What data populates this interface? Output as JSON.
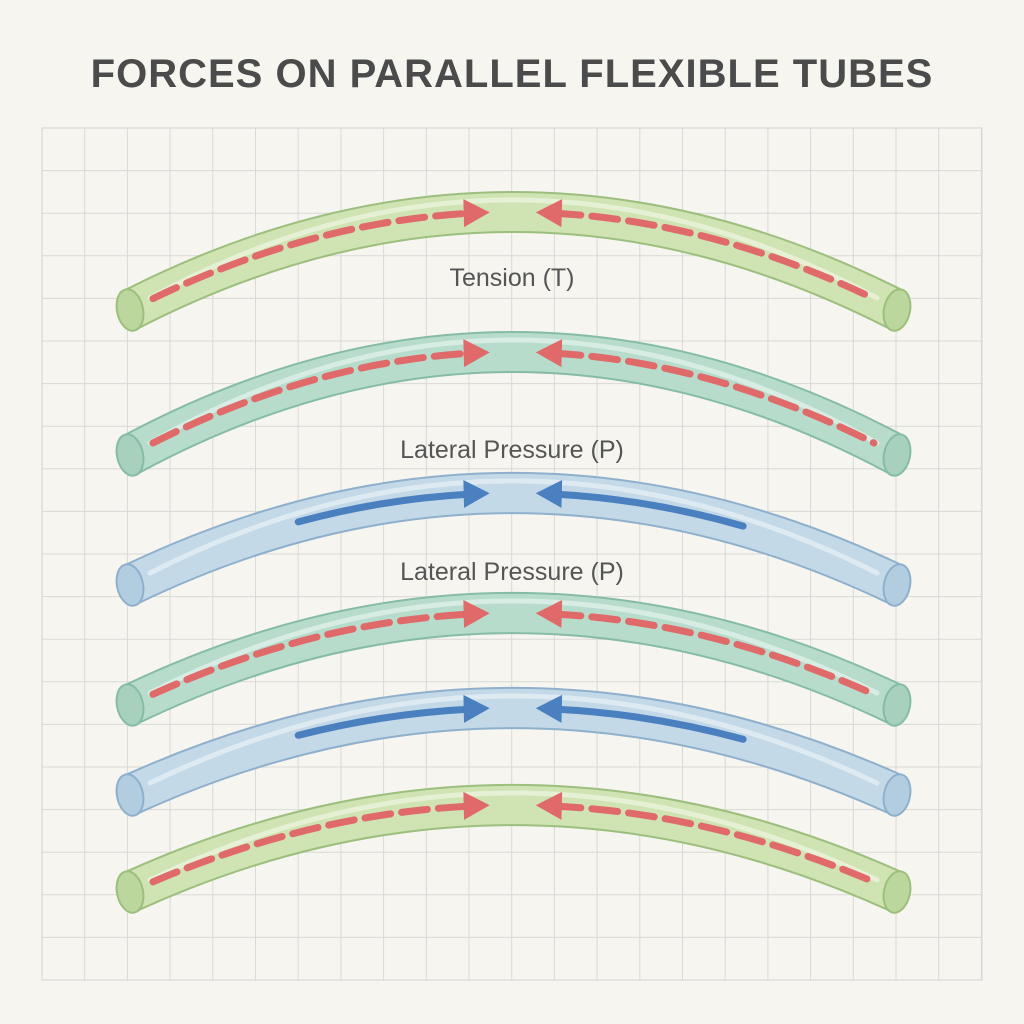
{
  "title": "FORCES ON PARALLEL FLEXIBLE TUBES",
  "labels": {
    "tension": "Tension (T)",
    "lateral_pressure_1": "Lateral Pressure (P)",
    "lateral_pressure_2": "Lateral Pressure (P)"
  },
  "colors": {
    "background": "#f6f5ef",
    "grid": "#d9d9d6",
    "green_tube": "#cfe3b3",
    "teal_tube": "#b7dccb",
    "blue_tube": "#c3d9e7",
    "tension_arrow": "#e06a6a",
    "pressure_arrow": "#4a7fc0"
  },
  "tubes": [
    {
      "name": "tube-1",
      "color": "green",
      "force": "tension"
    },
    {
      "name": "tube-2",
      "color": "teal",
      "force": "tension"
    },
    {
      "name": "tube-3",
      "color": "blue",
      "force": "pressure"
    },
    {
      "name": "tube-4",
      "color": "teal",
      "force": "tension"
    },
    {
      "name": "tube-5",
      "color": "blue",
      "force": "pressure"
    },
    {
      "name": "tube-6",
      "color": "green",
      "force": "tension"
    }
  ]
}
